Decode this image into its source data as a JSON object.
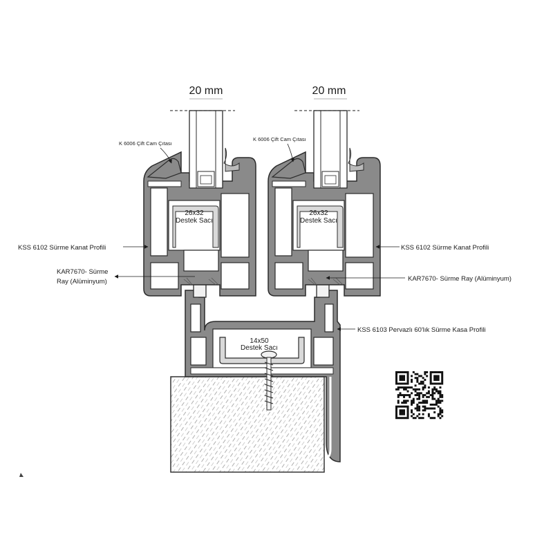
{
  "diagram": {
    "glass_dimension_left": "20 mm",
    "glass_dimension_right": "20 mm",
    "glazing_bead_left": "K 6006 Çift Cam Çıtası",
    "glazing_bead_right": "K 6006 Çift Cam Çıtası",
    "sash_profile_left": "KSS 6102 Sürme Kanat Profili",
    "sash_profile_right": "KSS 6102 Sürme Kanat Profili",
    "rail_left_line1": "KAR7670- Sürme",
    "rail_left_line2": "Ray (Alüminyum)",
    "rail_right": "KAR7670- Sürme Ray (Alüminyum)",
    "frame_profile": "KSS 6103 Pervazlı 60'lık Sürme Kasa Profili",
    "steel_left_size": "26x32",
    "steel_left_name": "Destek Sacı",
    "steel_right_size": "26x32",
    "steel_right_name": "Destek Sacı",
    "steel_frame_size": "14x50",
    "steel_frame_name": "Destek Sacı"
  },
  "colors": {
    "profile_fill": "#8a8a8a",
    "profile_stroke": "#2b2b2b",
    "steel_fill": "#d9d9d9",
    "wall_fill": "#e6e6e6",
    "ink": "#1a1a1a"
  },
  "icons": [
    "qr-code-icon",
    "screw-icon",
    "arrow-icon"
  ]
}
